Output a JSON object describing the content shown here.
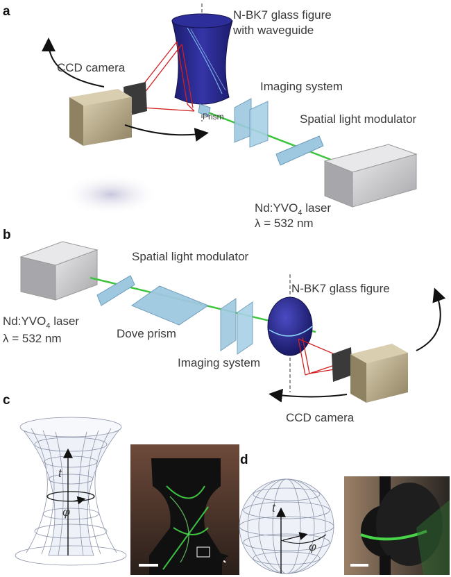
{
  "panels": {
    "a": {
      "letter": "a",
      "glass_figure": [
        "N-BK7 glass figure",
        "with waveguide"
      ],
      "camera": "CCD camera",
      "prism": "Prism",
      "imaging": "Imaging system",
      "slm": "Spatial light modulator",
      "laser_name": "Nd:YVO",
      "laser_sub": "4",
      "laser_suffix": " laser",
      "laser_wavelength": "λ = 532 nm"
    },
    "b": {
      "letter": "b",
      "slm": "Spatial light modulator",
      "glass_figure": "N-BK7 glass figure",
      "laser_name": "Nd:YVO",
      "laser_sub": "4",
      "laser_suffix": " laser",
      "laser_wavelength": "λ = 532 nm",
      "dove_prism": "Dove prism",
      "imaging": "Imaging system",
      "camera": "CCD camera"
    },
    "c": {
      "letter": "c",
      "axis_t": "t",
      "axis_phi": "φ"
    },
    "d": {
      "letter": "d",
      "axis_t": "t",
      "axis_phi": "φ"
    }
  },
  "colors": {
    "laser_beam": "#3cc43c",
    "glass_dark": "#2a2a8c",
    "camera_body": "#a89a7a",
    "laser_box": "#b8b8bc",
    "optics": "#9ec8e0",
    "red_rays": "#d02020"
  }
}
